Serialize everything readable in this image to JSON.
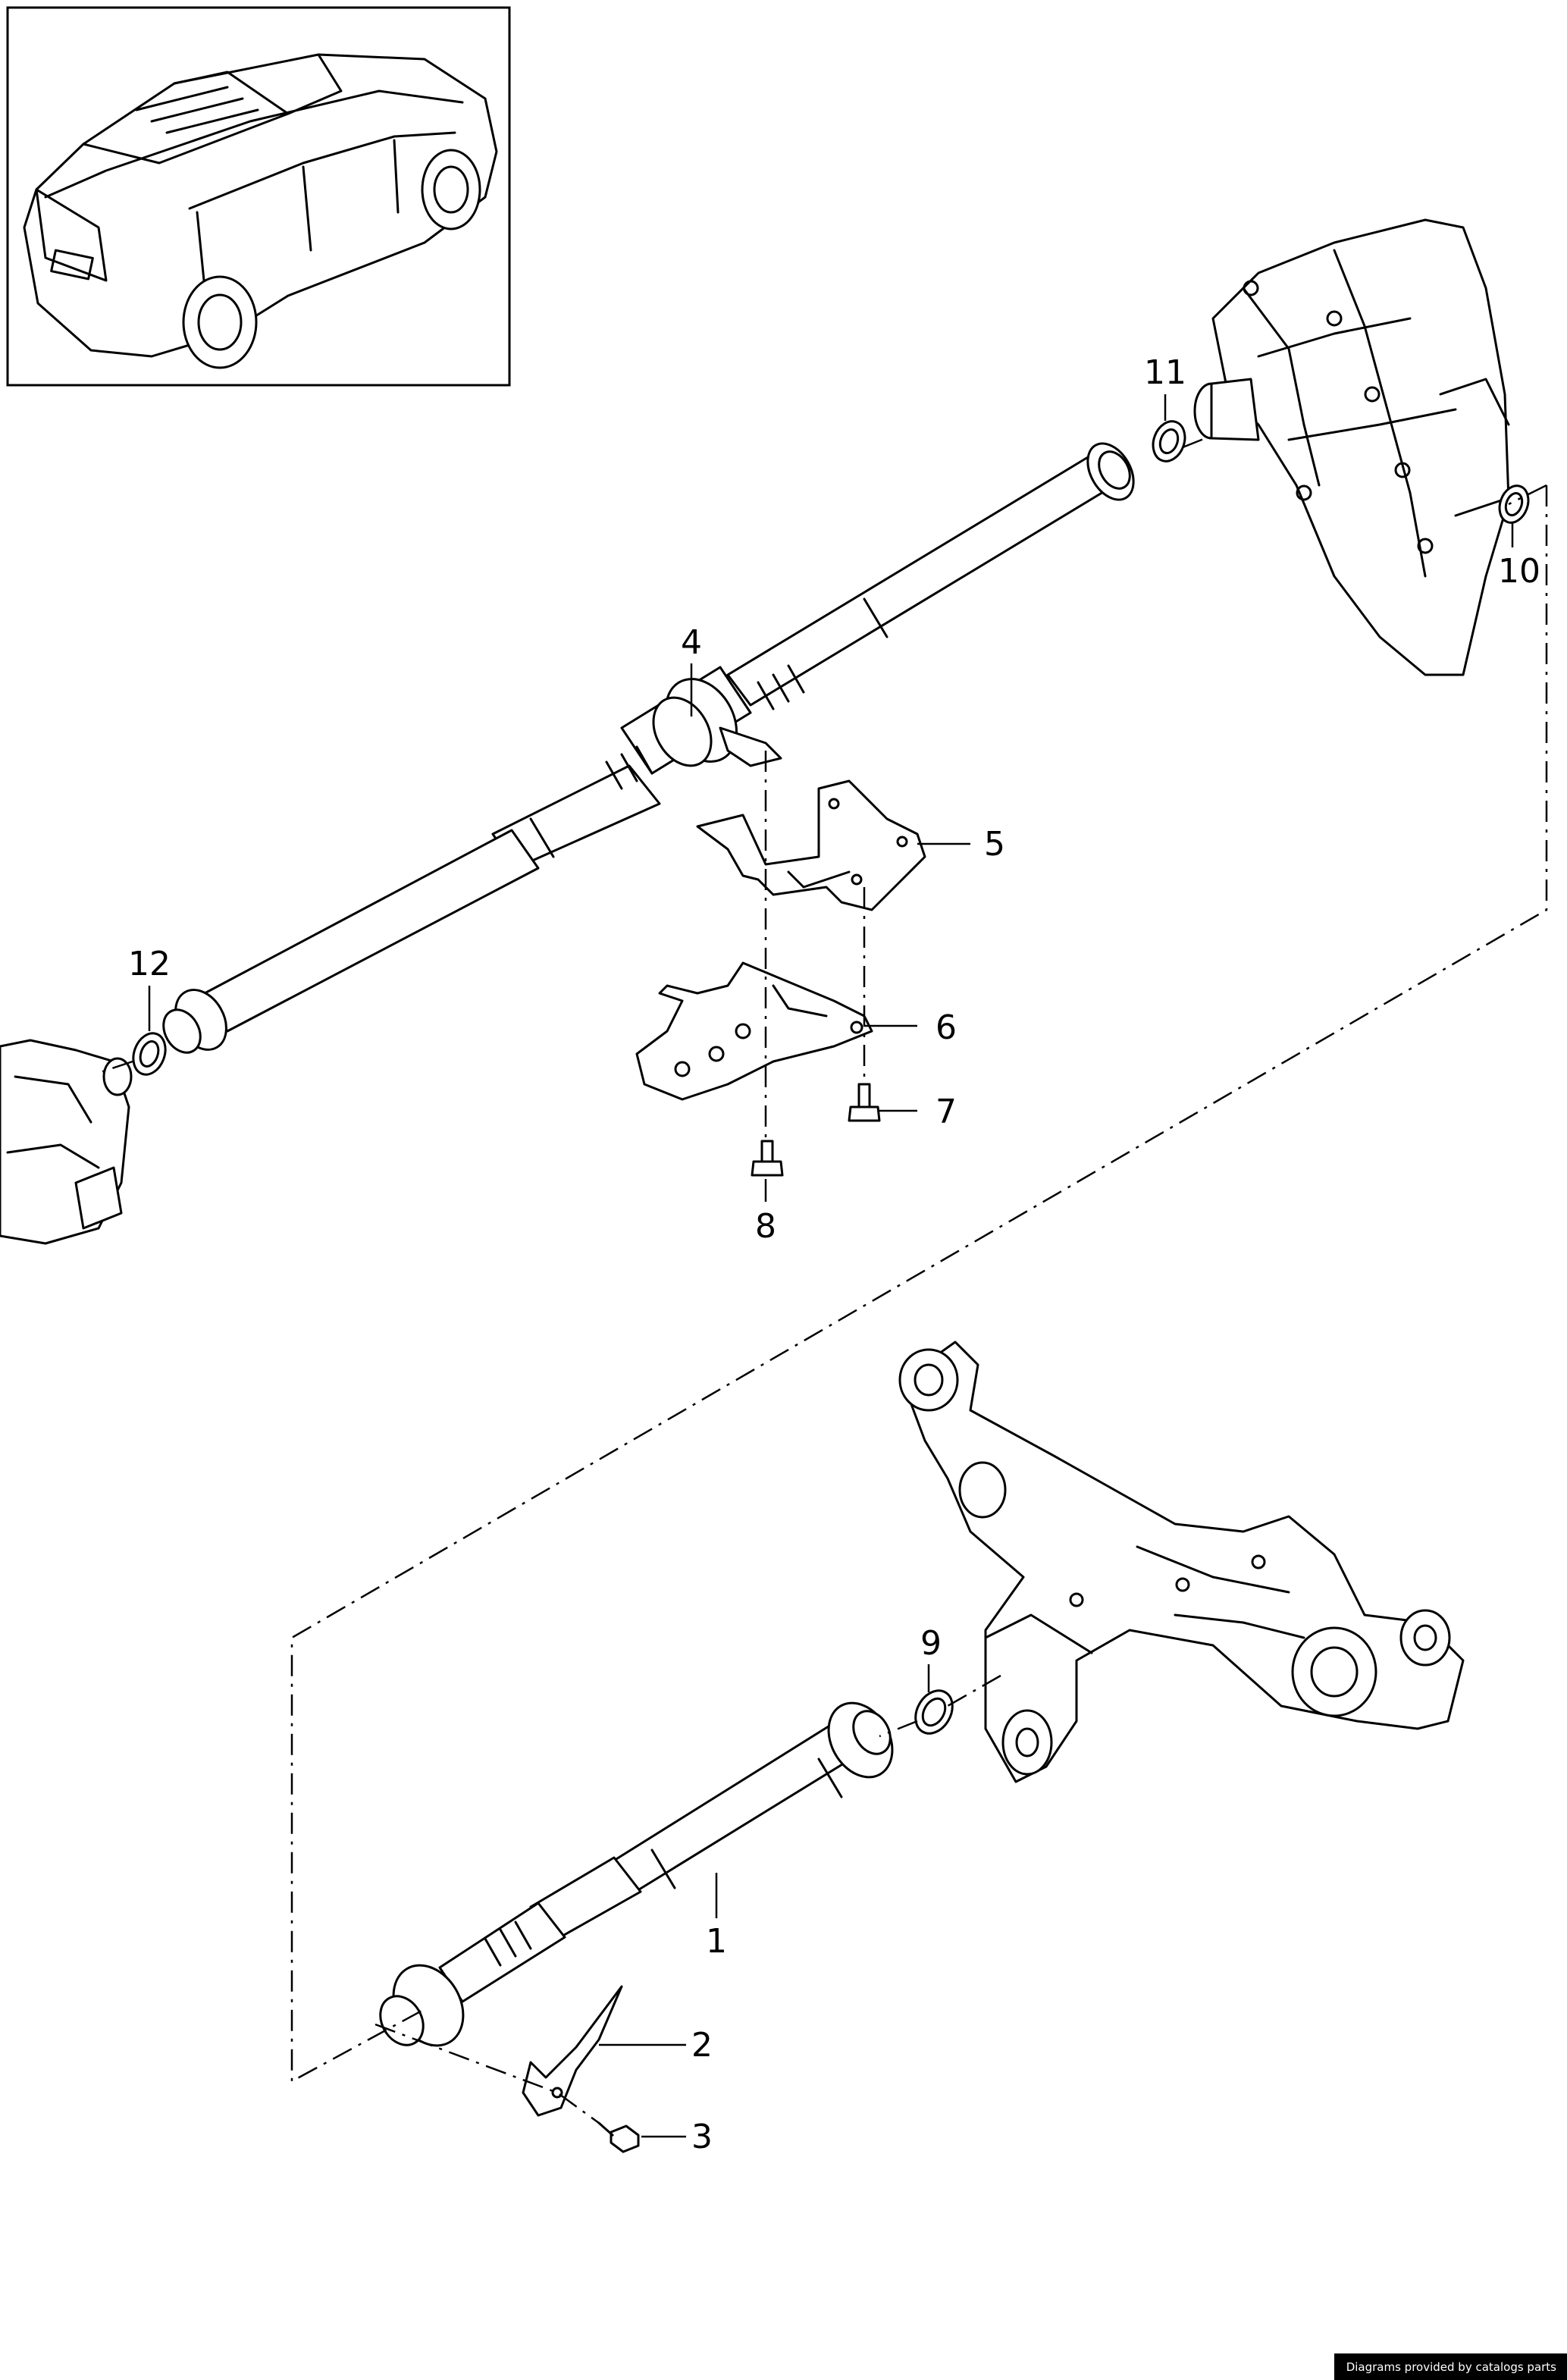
{
  "callouts": [
    {
      "id": "1",
      "label": "1"
    },
    {
      "id": "2",
      "label": "2"
    },
    {
      "id": "3",
      "label": "3"
    },
    {
      "id": "4",
      "label": "4"
    },
    {
      "id": "5",
      "label": "5"
    },
    {
      "id": "6",
      "label": "6"
    },
    {
      "id": "7",
      "label": "7"
    },
    {
      "id": "8",
      "label": "8"
    },
    {
      "id": "9",
      "label": "9"
    },
    {
      "id": "10",
      "label": "10"
    },
    {
      "id": "11",
      "label": "11"
    },
    {
      "id": "12",
      "label": "12"
    }
  ],
  "footer": {
    "credit": "Diagrams provided by catalogs parts"
  },
  "icons": {
    "vehicle_thumbnail": "suv-vehicle-icon"
  }
}
